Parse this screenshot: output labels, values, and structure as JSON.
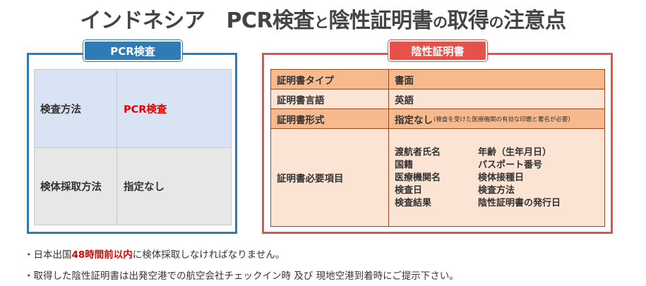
{
  "title": {
    "country": "インドネシア",
    "part1": "PCR検査",
    "to": "と",
    "part2": "陰性証明書",
    "no1": "の",
    "part3": "取得",
    "no2": "の",
    "part4": "注意点"
  },
  "pcr_panel": {
    "tab_label": "PCR検査",
    "rows": [
      {
        "label": "検査方法",
        "value": "PCR検査"
      },
      {
        "label": "検体採取方法",
        "value": "指定なし"
      }
    ],
    "colors": {
      "border": "#2f7bb8",
      "row1_bg": "#dae3f3",
      "row2_bg": "#e7e7e7",
      "highlight": "#e00000"
    }
  },
  "certificate_panel": {
    "tab_label": "陰性証明書",
    "rows": [
      {
        "label": "証明書タイプ",
        "value": "書面"
      },
      {
        "label": "証明書言語",
        "value": "英語"
      },
      {
        "label": "証明書形式",
        "value": "指定なし",
        "note": "(検査を受けた医療機関の有効な印鑑と署名が必要)"
      },
      {
        "label": "証明書必要項目"
      }
    ],
    "required_items": [
      "渡航者氏名",
      "年齢（生年月日）",
      "国籍",
      "パスポート番号",
      "医療機関名",
      "検体接種日",
      "検査日",
      "検査方法",
      "検査結果",
      "陰性証明書の発行日"
    ],
    "colors": {
      "border": "#e8504a",
      "row_dark": "#f7ba8f",
      "row_light": "#fce4d4"
    }
  },
  "notes": [
    {
      "prefix": "・日本出国",
      "highlight": "48時間前以内",
      "suffix": "に検体採取しなければなりません。"
    },
    {
      "text": "・取得した陰性証明書は出発空港での航空会社チェックイン時 及び 現地空港到着時にご提示下さい。"
    }
  ]
}
